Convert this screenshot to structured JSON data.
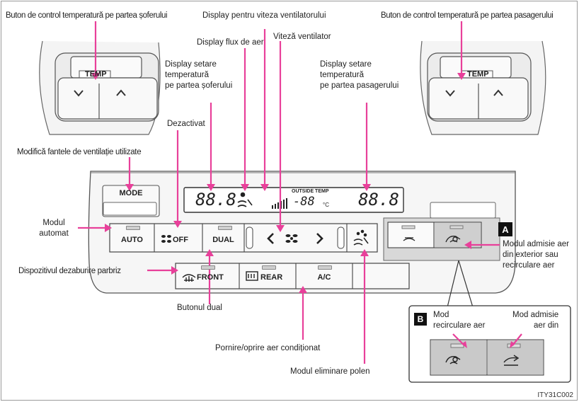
{
  "labels": {
    "driver_knob": "Buton de control temperatură pe partea șoferului",
    "fan_speed_display": "Display pentru viteza ventilatorului",
    "passenger_knob": "Buton de control temperatură pe partea pasagerului",
    "airflow_display": "Display flux de aer",
    "fan_speed": "Viteză ventilator",
    "driver_temp_display": [
      "Display setare",
      "temperatură",
      "pe partea șoferului"
    ],
    "passenger_temp_display": [
      "Display setare",
      "temperatură",
      "pe partea pasagerului"
    ],
    "off": "Dezactivat",
    "mode_vents": "Modifică fantele de ventilație utilizate",
    "auto_mode": [
      "Modul",
      "automat"
    ],
    "defog": "Dispozitivul dezaburire parbriz",
    "dual_button": "Butonul dual",
    "ac_toggle": "Pornire/oprire aer condiționat",
    "pollen_mode": "Modul eliminare polen",
    "intake_mode": [
      "Modul admisie aer",
      "din exterior sau",
      "recirculare aer"
    ],
    "b_recirc": [
      "Mod",
      "recirculare aer"
    ],
    "b_outside": [
      "Mod admisie",
      "aer din"
    ]
  },
  "panel": {
    "knob_label": "TEMP",
    "mode": "MODE",
    "driver_temp": "88.8",
    "passenger_temp": "88.8",
    "outside_label": "OUTSIDE TEMP",
    "outside_temp": "-88",
    "outside_unit": "°C",
    "buttons": {
      "auto": "AUTO",
      "off": "OFF",
      "dual": "DUAL",
      "front": "FRONT",
      "rear": "REAR",
      "ac": "A/C"
    },
    "box_a": "A",
    "box_b": "B"
  },
  "figure_code": "ITY31C002"
}
